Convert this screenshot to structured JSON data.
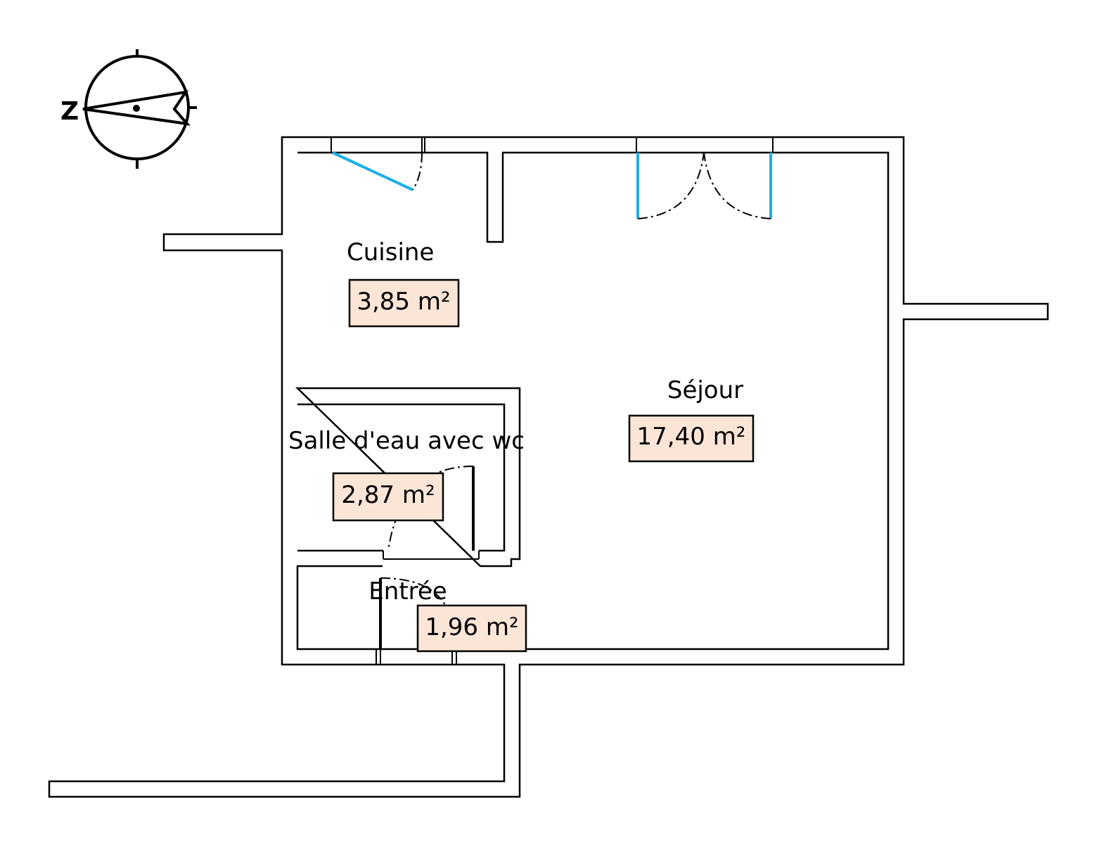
{
  "rooms": [
    {
      "id": "cuisine",
      "name": "Cuisine",
      "area": "3,85 m²"
    },
    {
      "id": "sejour",
      "name": "Séjour",
      "area": "17,40 m²"
    },
    {
      "id": "salle-eau",
      "name": "Salle d'eau avec wc",
      "area": "2,87 m²"
    },
    {
      "id": "entree",
      "name": "Entrée",
      "area": "1,96 m²"
    }
  ],
  "compass": {
    "letter": "Z"
  },
  "colors": {
    "area_fill": "#fbe5d6",
    "window_glass": "#1ab0e8",
    "walls": "#000000"
  }
}
